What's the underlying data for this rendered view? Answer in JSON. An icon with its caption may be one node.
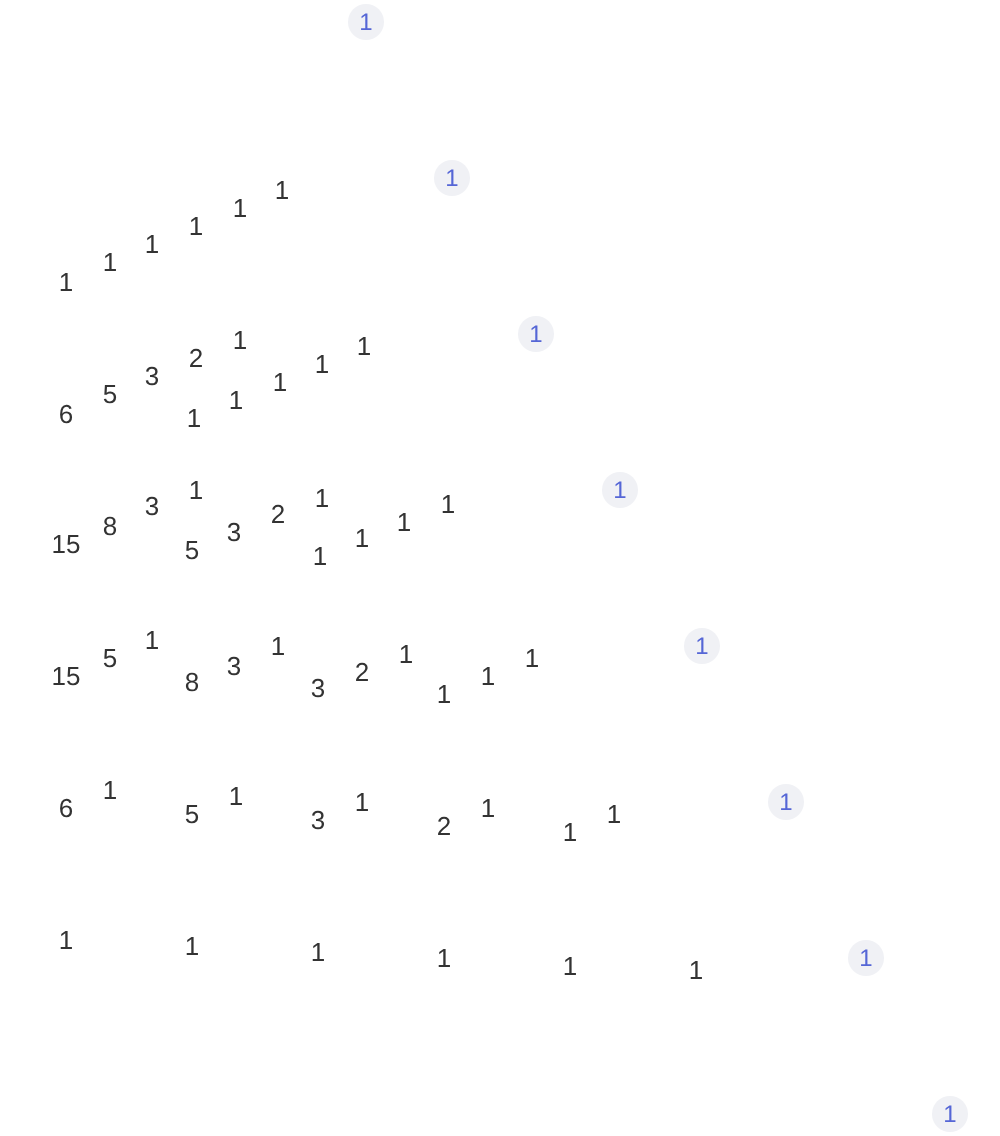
{
  "diagram": {
    "nodes": [
      {
        "text": [
          "1"
        ]
      },
      {
        "text": [
          "1"
        ]
      },
      {
        "text": [
          "1"
        ]
      },
      {
        "text": [
          "1"
        ]
      },
      {
        "text": [
          "1"
        ]
      },
      {
        "text": [
          "1"
        ]
      },
      {
        "text": [
          "1"
        ]
      },
      {
        "text": [
          "1"
        ]
      }
    ],
    "labels": [
      "1",
      "1",
      "1",
      "1",
      "1",
      "1",
      "6",
      "5",
      "3",
      "2",
      "1",
      "1",
      "1",
      "1",
      "1",
      "1",
      "15",
      "8",
      "3",
      "1",
      "5",
      "3",
      "2",
      "1",
      "1",
      "1",
      "1",
      "1",
      "15",
      "5",
      "1",
      "8",
      "3",
      "1",
      "3",
      "2",
      "1",
      "1",
      "1",
      "1",
      "6",
      "1",
      "5",
      "1",
      "3",
      "1",
      "2",
      "1",
      "1",
      "1",
      "1",
      "1",
      "1",
      "1",
      "1",
      "1"
    ]
  }
}
